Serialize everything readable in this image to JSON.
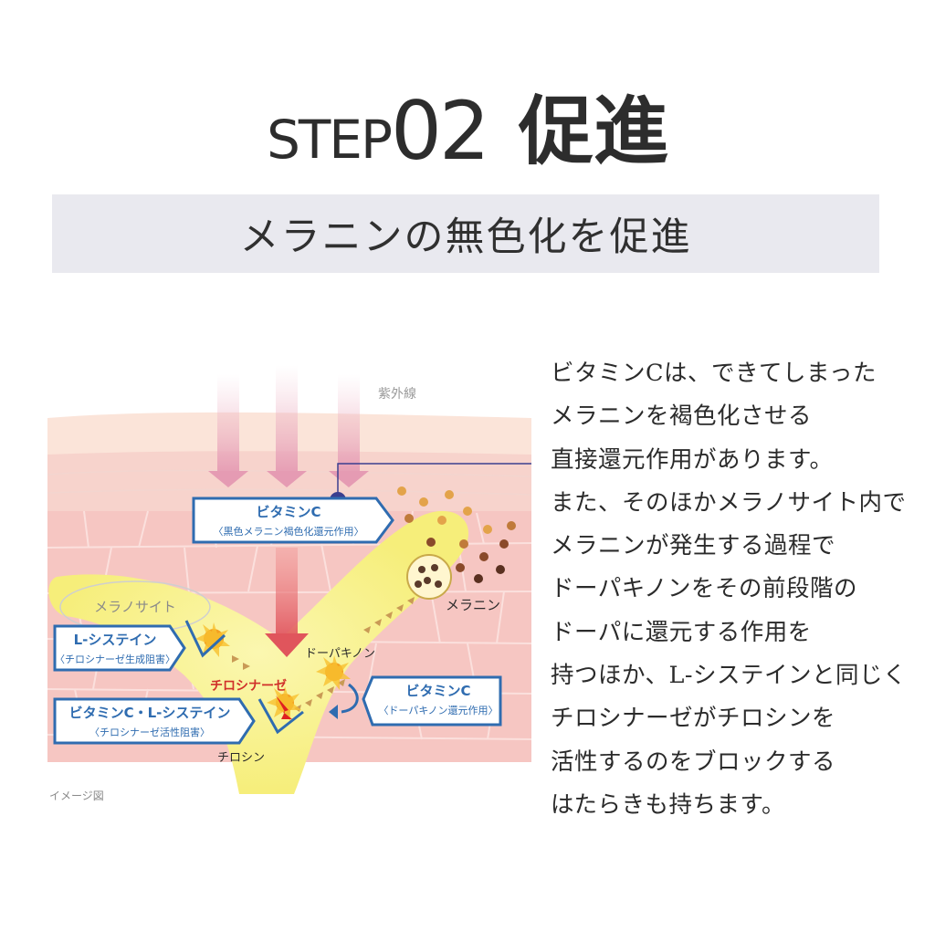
{
  "header": {
    "step_label": "STEP",
    "step_number": "02",
    "step_word": "促進",
    "subtitle": "メラニンの無色化を促進"
  },
  "diagram": {
    "uv_label": "紫外線",
    "callout_vitc_top": {
      "title": "ビタミンC",
      "note": "〈黒色メラニン褐色化還元作用〉"
    },
    "melanocyte_label": "メラノサイト",
    "callout_lcys": {
      "title": "L-システイン",
      "note": "〈チロシナーゼ生成阻害〉"
    },
    "callout_vitc_lcys": {
      "title": "ビタミンC・L-システイン",
      "note": "〈チロシナーゼ活性阻害〉"
    },
    "callout_vitc_right": {
      "title": "ビタミンC",
      "note": "〈ドーパキノン還元作用〉"
    },
    "dopaquinone_label": "ドーパキノン",
    "tyrosinase_label": "チロシナーゼ",
    "tyrosine_label": "チロシン",
    "melanin_label": "メラニン",
    "image_caption": "イメージ図",
    "colors": {
      "callout_blue": "#2f6cb0",
      "skin_pink": "#f6c9c4",
      "cell_yellow": "#f7f08a",
      "uv_arrow": "#e8a4b8",
      "pointer_navy": "#3b3f8f"
    }
  },
  "body": {
    "lines": [
      "ビタミンCは、できてしまった",
      "メラニンを褐色化させる",
      "直接還元作用があります。",
      "また、そのほかメラノサイト内で",
      "メラニンが発生する過程で",
      "ドーパキノンをその前段階の",
      "ドーパに還元する作用を",
      "持つほか、L-システインと同じく",
      "チロシナーゼがチロシンを",
      "活性するのをブロックする",
      "はたらきも持ちます。"
    ]
  }
}
